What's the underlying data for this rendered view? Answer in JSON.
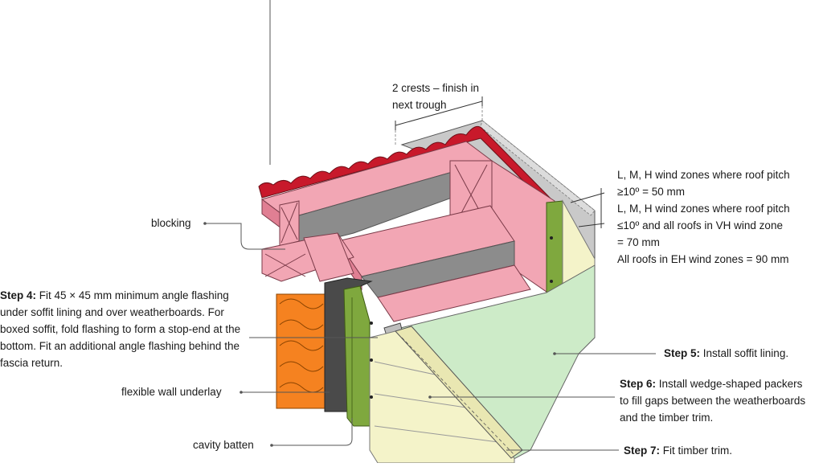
{
  "labels": {
    "crests": [
      "2 crests – finish in",
      "next trough"
    ],
    "wind_zone_lines": [
      "L, M, H wind zones where roof pitch",
      "≥10º = 50 mm",
      "L, M, H wind zones where roof pitch",
      "≤10º and all roofs in VH wind zone",
      "= 70 mm",
      "All roofs in EH wind zones = 90 mm"
    ],
    "blocking": "blocking",
    "step4": {
      "title": "Step 4:",
      "lines": [
        " Fit 45 × 45 mm minimum angle flashing",
        "under soffit lining and over weatherboards. For",
        "boxed soffit, fold flashing to form a stop-end at the",
        "bottom. Fit an additional angle flashing behind the",
        "fascia return."
      ]
    },
    "flexible_wall_underlay": "flexible wall underlay",
    "cavity_batten": "cavity batten",
    "step5": {
      "title": "Step 5:",
      "text": " Install soffit lining."
    },
    "step6": {
      "title": "Step 6:",
      "lines": [
        " Install wedge-shaped packers",
        "to fill gaps between the weatherboards",
        "and the timber trim."
      ]
    },
    "step7": {
      "title": "Step 7:",
      "text": " Fit timber trim."
    }
  },
  "colors": {
    "roof_red": "#c8192b",
    "framing_pink": "#f2a6b4",
    "framing_pink_dark": "#e07f93",
    "soffit_green": "#cdebc8",
    "batten_green": "#7fa83e",
    "weatherboard_cream": "#f4f3c9",
    "insulation_orange": "#f58220",
    "flashing_grey": "#9a9a9a",
    "underlay_dark": "#4a4a4a",
    "leader_grey": "#555555"
  }
}
